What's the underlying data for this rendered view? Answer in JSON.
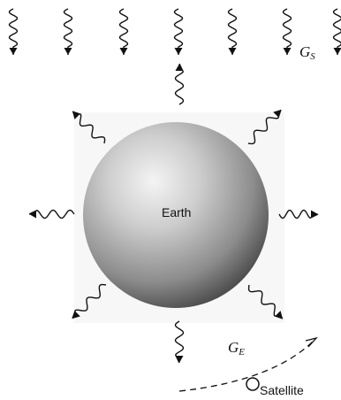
{
  "labels": {
    "earth": "Earth",
    "satellite": "Satellite",
    "solar_irradiation": {
      "symbol": "G",
      "subscript": "S"
    },
    "earth_emission": {
      "symbol": "G",
      "subscript": "E"
    }
  },
  "icons": {
    "incoming_solar": "wavy-arrow-down-icon",
    "earth_emission": "wavy-arrow-outward-icon",
    "satellite": "satellite-circle-icon"
  },
  "colors": {
    "ink": "#111111",
    "sphere_light": "#f4f4f4",
    "sphere_mid": "#b5b5b5",
    "sphere_dark": "#4a4a4a"
  }
}
